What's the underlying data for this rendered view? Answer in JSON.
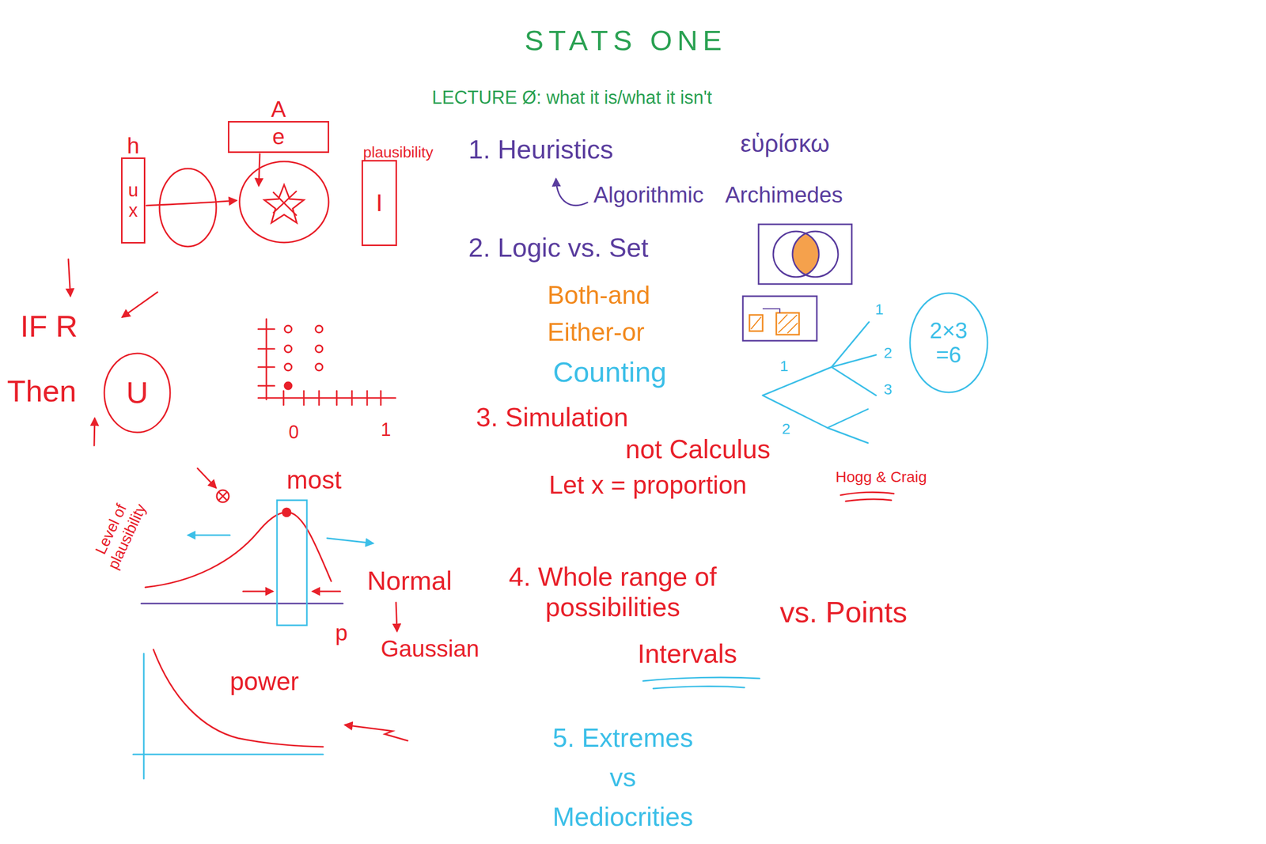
{
  "diagram": {
    "title": "STATS ONE",
    "nodes": [
      {
        "text": [
          "h",
          "u",
          "x"
        ]
      },
      {
        "text": [
          "A",
          "e"
        ]
      },
      {
        "text": [
          "plausibility",
          "I"
        ]
      },
      {
        "text": [
          "U"
        ]
      },
      {
        "text": [
          "2×3 =6"
        ]
      }
    ],
    "labels": [
      "LECTURE Ø: what it is/what it isn't",
      "1. Heuristics",
      "εὑρίσκω",
      "Algorithmic",
      "Archimedes",
      "2. Logic vs. Set",
      "Both-and",
      "Either-or",
      "Counting",
      "1",
      "2",
      "3",
      "1",
      "2",
      "3. Simulation",
      "not Calculus",
      "Let x = proportion",
      "Hogg & Craig",
      "IF R",
      "Then",
      "0",
      "1",
      "most",
      "Level of plausibility",
      "p",
      "Normal",
      "Gaussian",
      "4. Whole range of possibilities",
      "Intervals",
      "vs. Points",
      "power",
      "5. Extremes vs Mediocrities"
    ]
  }
}
